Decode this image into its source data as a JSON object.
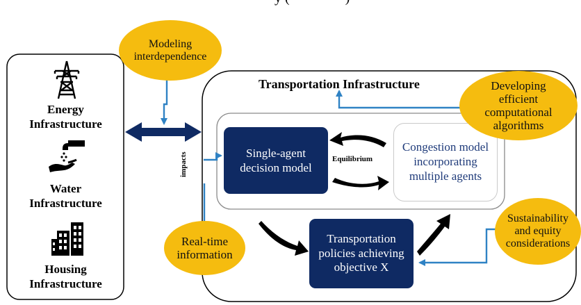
{
  "header": {
    "cropped_title": "y (                )"
  },
  "left_panel": {
    "sections": [
      {
        "icon": "power-tower-icon",
        "line1": "Energy",
        "line2": "Infrastructure"
      },
      {
        "icon": "water-tap-icon",
        "line1": "Water",
        "line2": "Infrastructure"
      },
      {
        "icon": "buildings-icon",
        "line1": "Housing",
        "line2": "Infrastructure"
      }
    ]
  },
  "transport": {
    "title": "Transportation Infrastructure",
    "single_agent": "Single-agent decision model",
    "equilibrium": "Equilibrium",
    "congestion": "Congestion model incorporating multiple agents",
    "policies": "Transportation policies achieving objective X",
    "impacts": "impacts"
  },
  "ovals": {
    "modeling": "Modeling interdependence",
    "algorithms": "Developing efficient computational algorithms",
    "realtime": "Real-time information",
    "sustainability": "Sustainability and equity considerations"
  },
  "colors": {
    "oval_fill": "#f5bc0f",
    "dark_box": "#0f2a63",
    "connector_blue": "#2f82c4",
    "congestion_text": "#1f3b7a",
    "outline": "#000000"
  }
}
